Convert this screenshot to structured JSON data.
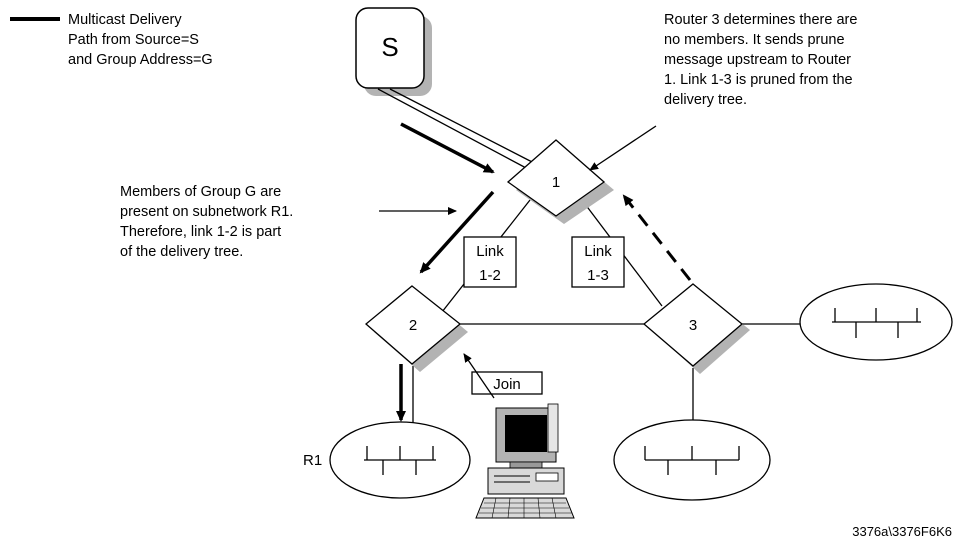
{
  "legend": {
    "lines": [
      "Multicast Delivery",
      "Path from Source=S",
      "and Group Address=G"
    ]
  },
  "source": {
    "label": "S"
  },
  "routers": {
    "r1": {
      "label": "1"
    },
    "r2": {
      "label": "2"
    },
    "r3": {
      "label": "3"
    }
  },
  "links": {
    "link12": {
      "line1": "Link",
      "line2": "1-2"
    },
    "link13": {
      "line1": "Link",
      "line2": "1-3"
    }
  },
  "notes": {
    "router3": [
      "Router 3 determines there are",
      "no members.  It sends prune",
      "message upstream to Router",
      "1.  Link 1-3 is pruned from the",
      "delivery tree."
    ],
    "members": [
      "Members of Group G are",
      "present on subnetwork R1.",
      "Therefore, link 1-2 is part",
      "of the delivery tree."
    ]
  },
  "join": {
    "label": "Join"
  },
  "subnets": {
    "r1": {
      "label": "R1"
    }
  },
  "figure_id": "3376a\\3376F6K6",
  "colors": {
    "ink": "#000000",
    "shadow": "#b3b3b3",
    "background": "#ffffff"
  },
  "icons": [
    "workstation-icon",
    "subnetwork-bus-icon"
  ]
}
